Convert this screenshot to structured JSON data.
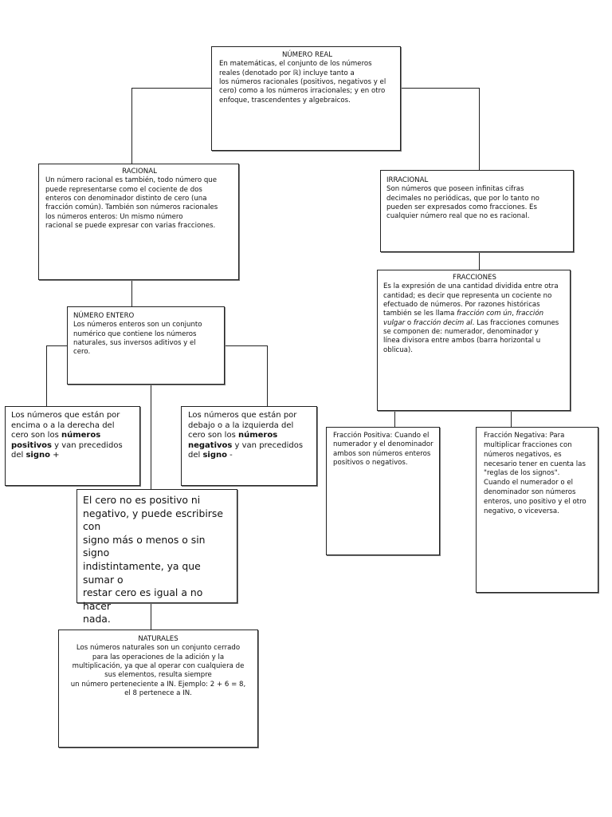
{
  "nodes": {
    "numero_real": {
      "title": "NÚMERO REAL",
      "text_1": "En matemáticas, el conjunto de los números",
      "text_2": "reales (denotado por ℝ) incluye tanto a",
      "text_3": "los números racionales (positivos, negativos y el",
      "text_4": "cero) como a los números irracionales; y en otro",
      "text_5": "enfoque, trascendentes y algebraicos."
    },
    "racional": {
      "title": "RACIONAL",
      "text_1": "Un número racional es también, todo número que",
      "text_2": "puede representarse como el cociente de dos",
      "text_3": "enteros con denominador distinto de cero (una",
      "text_4": "fracción común). También son números racionales",
      "text_5": " los números enteros: Un mismo número",
      "text_6": "racional se puede expresar con varias fracciones."
    },
    "irracional": {
      "title": "IRRACIONAL",
      "text_1": "Son números que poseen infinitas cifras",
      "text_2": "decimales no periódicas, que por lo tanto no",
      "text_3": "pueden ser expresados como fracciones. Es",
      "text_4": "cualquier número real que no es racional."
    },
    "fracciones": {
      "title": "FRACCIONES",
      "text_1": "Es la expresión de una cantidad dividida entre otra",
      "text_2": "cantidad; es decir que representa un cociente no",
      "text_3": "efectuado de números. Por razones históricas",
      "text_4a": "también se les llama ",
      "text_4b": "fracción com ún",
      "text_4c": ", ",
      "text_4d": "fracción",
      "text_5a": "vulgar",
      "text_5b": " o ",
      "text_5c": "fracción decim al",
      "text_5d": ". Las fracciones comunes",
      "text_6": "se componen de: numerador, denominador y",
      "text_7": "línea divisora entre ambos (barra horizontal u",
      "text_8": "oblicua)."
    },
    "numero_entero": {
      "title": "NÚMERO ENTERO",
      "text_1": "Los números enteros son un conjunto",
      "text_2": "numérico que contiene los números",
      "text_3": "naturales, sus inversos aditivos y el",
      "text_4": "cero."
    },
    "positivos": {
      "text_1": "Los números que están por",
      "text_2": "encima o a la derecha del",
      "text_3a": "cero son los ",
      "text_3b": "números",
      "text_4a": "positivos",
      "text_4b": " y van precedidos",
      "text_5a": "del ",
      "text_5b": "signo",
      "text_5c": " +"
    },
    "negativos": {
      "text_1": "Los números que están por",
      "text_2": "debajo o a la izquierda del",
      "text_3a": "cero son los ",
      "text_3b": "números",
      "text_4a": "negativos",
      "text_4b": " y van precedidos",
      "text_5a": "del ",
      "text_5b": "signo",
      "text_5c": " -"
    },
    "cero": {
      "text_1": " El cero no es positivo ni",
      "text_2": "negativo, y puede escribirse con",
      "text_3": "signo más o menos o sin signo",
      "text_4": "indistintamente, ya que sumar o",
      "text_5": "restar cero es igual a no hacer",
      "text_6": "nada."
    },
    "naturales": {
      "title": "NATURALES",
      "text_1": "Los números naturales son un conjunto cerrado",
      "text_2": "para las operaciones de la adición y la",
      "text_3": "multiplicación, ya que al operar con cualquiera de",
      "text_4": "sus elementos, resulta siempre",
      "text_5": "un número perteneciente a IN. Ejemplo: 2 + 6 = 8,",
      "text_6": "el 8 pertenece a IN."
    },
    "fraccion_positiva": {
      "text_1": "Fracción Positiva: Cuando el",
      "text_2": "numerador y el denominador",
      "text_3": "ambos son números enteros",
      "text_4": "positivos o negativos."
    },
    "fraccion_negativa": {
      "text_1": "Fracción Negativa: Para",
      "text_2": "multiplicar fracciones con",
      "text_3": "números negativos, es",
      "text_4": "necesario tener en cuenta las",
      "text_5": "\"reglas de los signos\".",
      "text_6": "Cuando el numerador o el",
      "text_7": "denominador son números",
      "text_8": "enteros, uno positivo y el otro",
      "text_9": "negativo, o viceversa."
    }
  }
}
